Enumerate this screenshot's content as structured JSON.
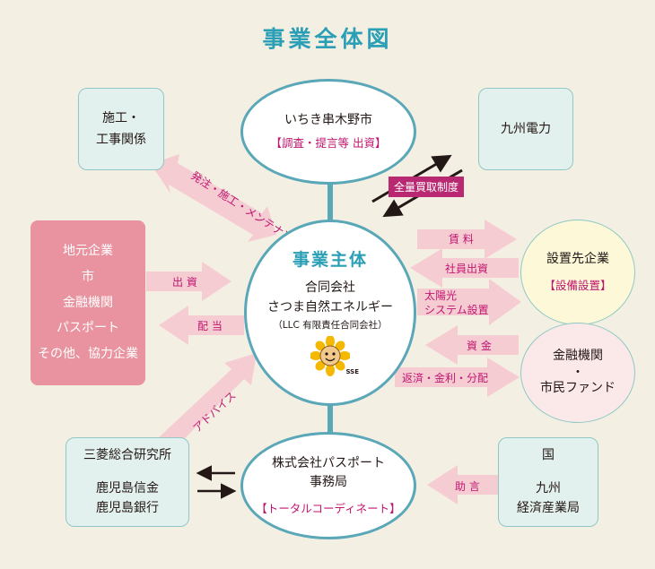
{
  "title": "事業全体図",
  "nodes": {
    "city": {
      "name": "いちき串木野市",
      "role": "【調査・提言等 出資】"
    },
    "kyushu_power": {
      "name": "九州電力"
    },
    "construction": {
      "line1": "施工・",
      "line2": "工事関係"
    },
    "local": {
      "items": [
        "地元企業",
        "市",
        "金融機関",
        "パスポート",
        "その他、協力企業"
      ]
    },
    "main": {
      "heading": "事業主体",
      "line1": "合同会社",
      "line2": "さつま自然エネルギー",
      "line3": "（LLC 有限責任合同会社）",
      "logo_text": "SSE"
    },
    "site": {
      "name": "設置先企業",
      "role": "【設備設置】"
    },
    "fund": {
      "line1": "金融機関",
      "dot": "・",
      "line2": "市民ファンド"
    },
    "mitsubishi": {
      "line1": "三菱総合研究所",
      "line2": "鹿児島信金",
      "line3": "鹿児島銀行"
    },
    "passport": {
      "line1": "株式会社パスポート",
      "line2": "事務局",
      "role": "【トータルコーディネート】"
    },
    "country": {
      "line1": "国",
      "line2": "九州",
      "line3": "経済産業局"
    }
  },
  "flows": {
    "order": "発注・施工・メンテナンス",
    "fit": "全量買取制度",
    "investment": "出 資",
    "dividend": "配 当",
    "rent": "賃 料",
    "employee_investment": "社員出資",
    "solar_line1": "太陽光",
    "solar_line2": "システム設置",
    "capital": "資 金",
    "repayment": "返済・金利・分配",
    "advice": "アドバイス",
    "subsidy": "助 言"
  },
  "colors": {
    "teal": "#2a9fb5",
    "arrow_pink": "#f6ccd3",
    "box_pink": "#e8939f",
    "magenta": "#c0166f",
    "badge": "#b82972"
  }
}
